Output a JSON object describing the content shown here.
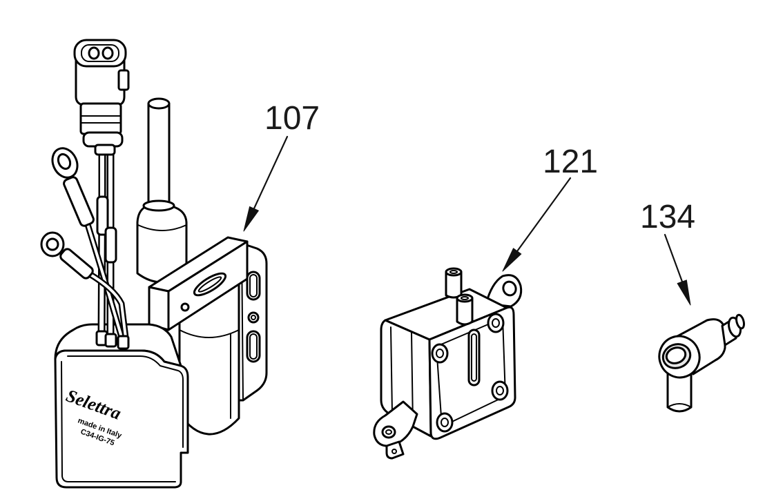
{
  "callouts": [
    {
      "label": "107"
    },
    {
      "label": "121"
    },
    {
      "label": "134"
    }
  ],
  "part_107_markings": {
    "logo": "Selettra",
    "line_1": "made in Italy",
    "line_2": "C34-IG-75"
  }
}
